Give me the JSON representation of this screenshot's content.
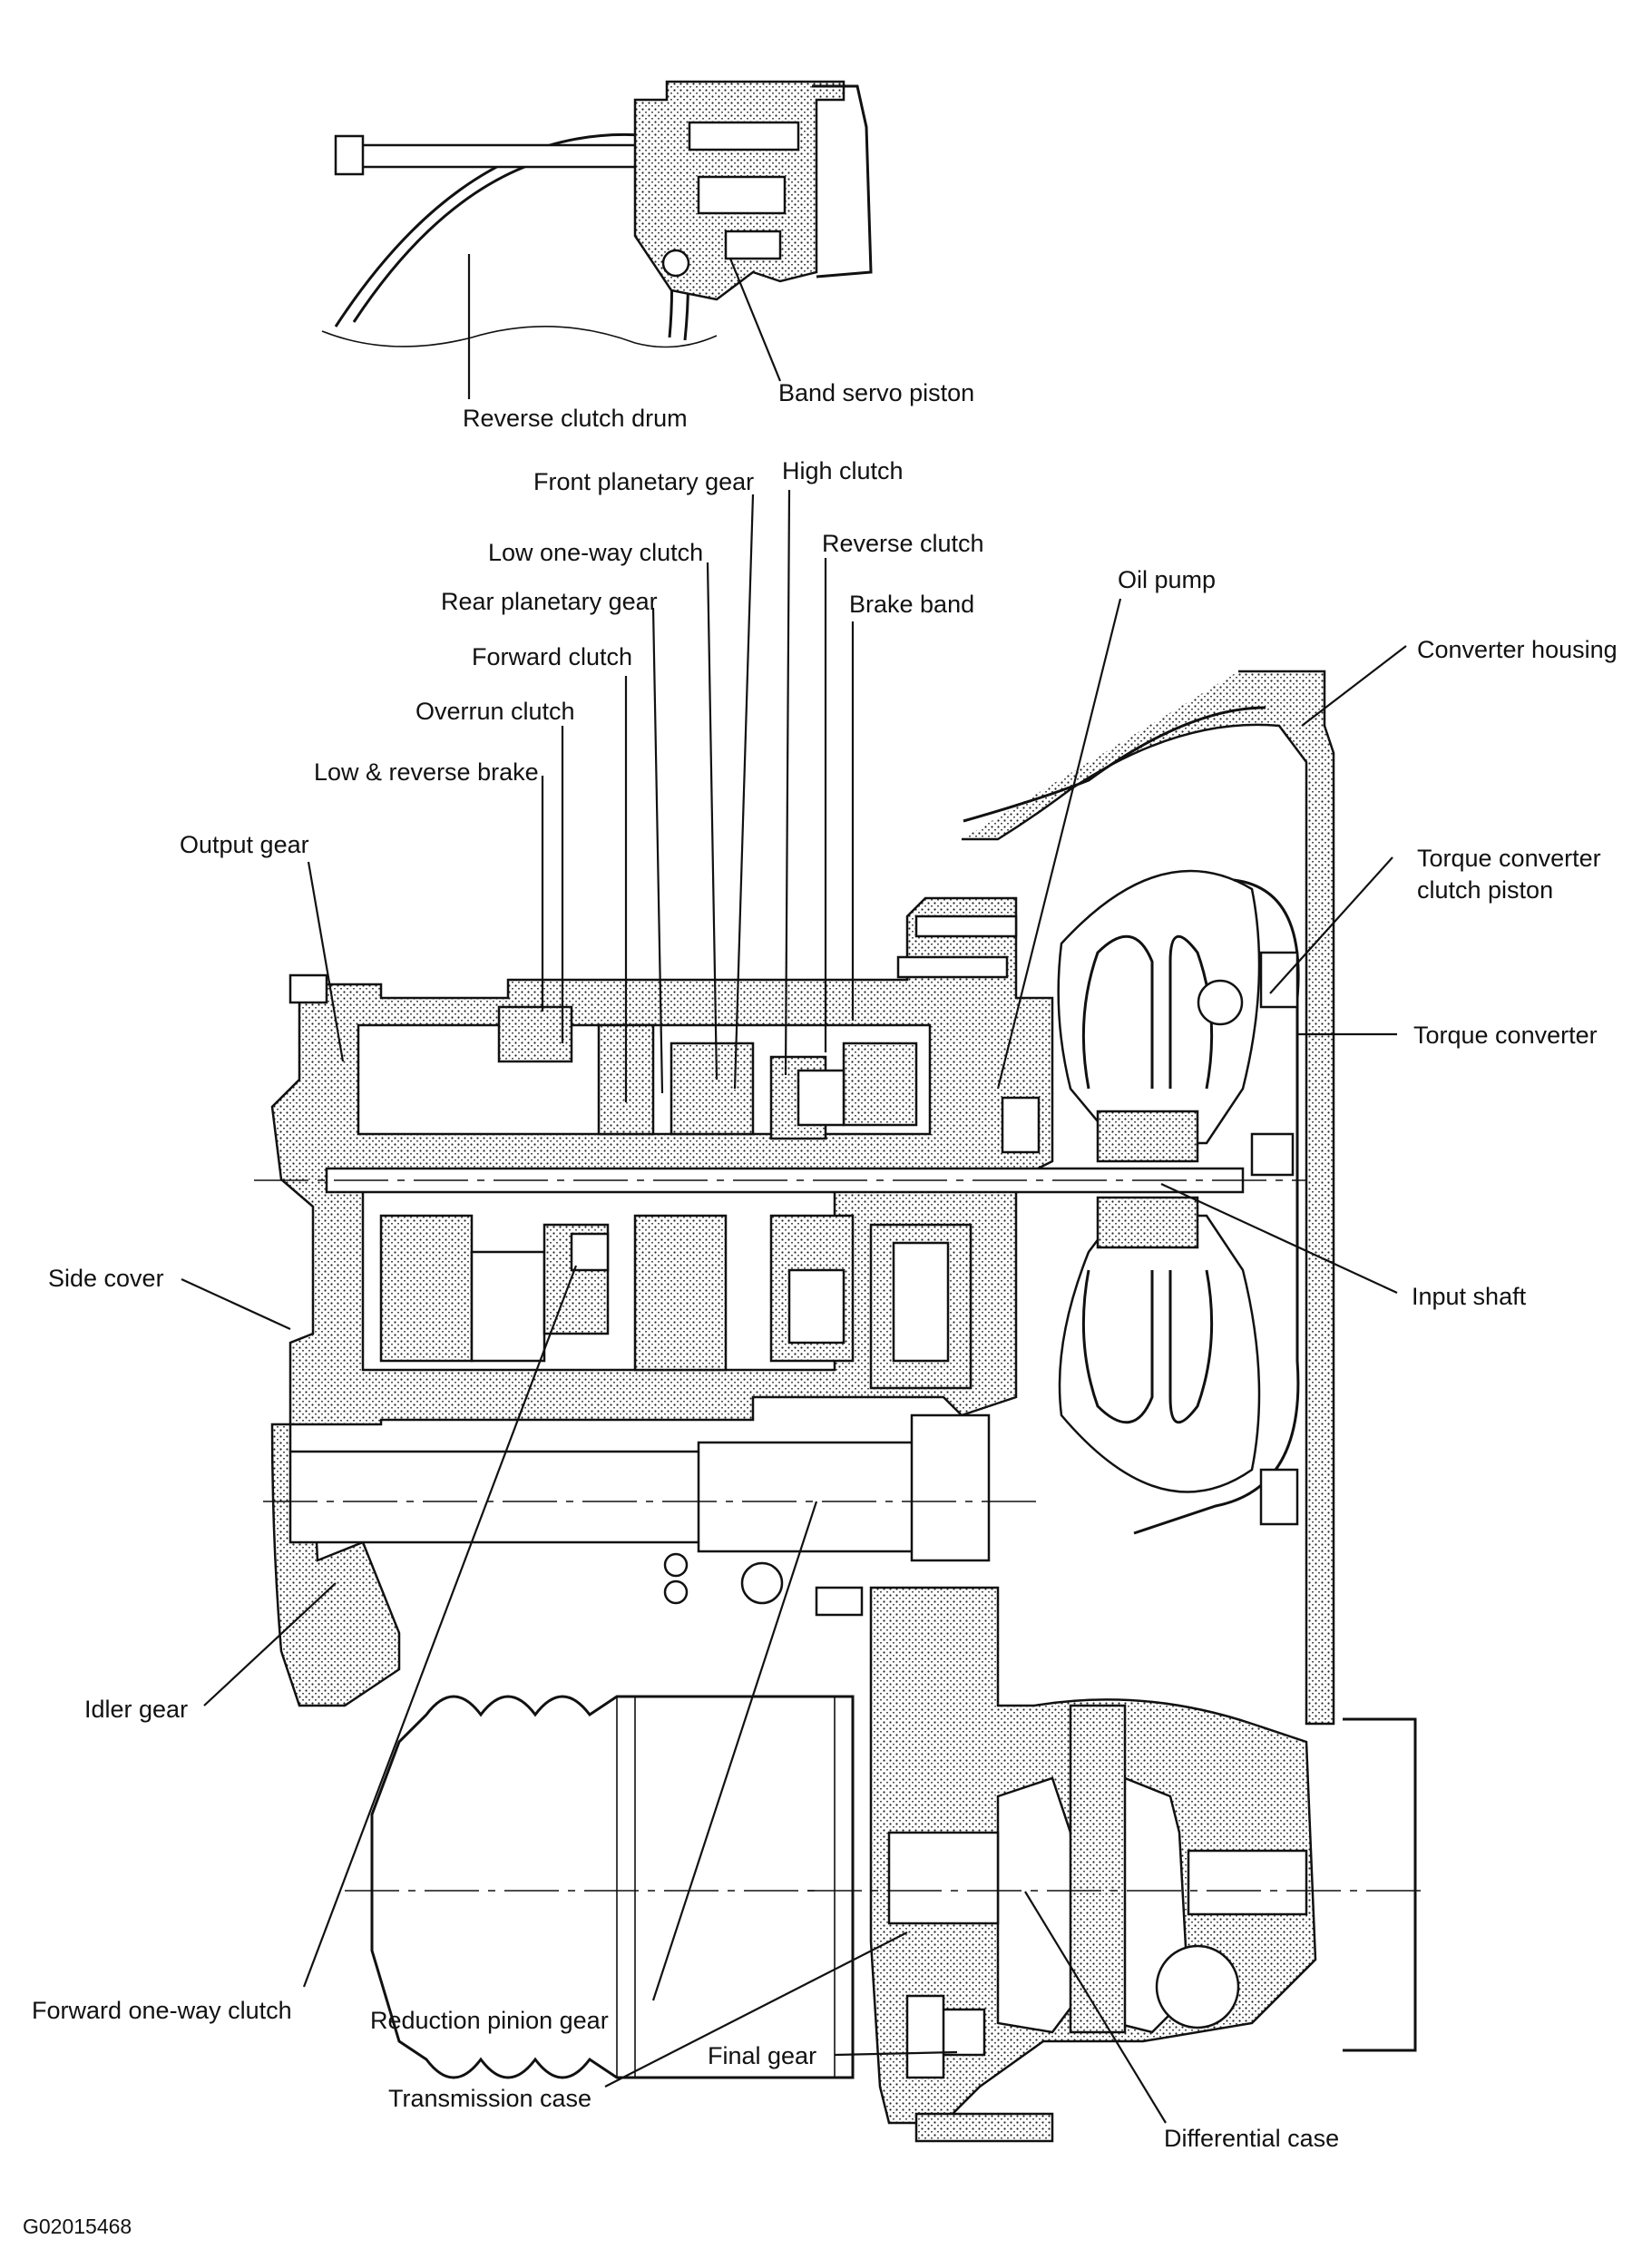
{
  "labels": {
    "reverse_clutch_drum": "Reverse clutch drum",
    "band_servo_piston": "Band servo piston",
    "front_planetary_gear": "Front planetary gear",
    "high_clutch": "High clutch",
    "low_one_way_clutch": "Low one-way clutch",
    "reverse_clutch": "Reverse clutch",
    "rear_planetary_gear": "Rear planetary gear",
    "brake_band": "Brake band",
    "oil_pump": "Oil pump",
    "forward_clutch": "Forward clutch",
    "converter_housing": "Converter housing",
    "overrun_clutch": "Overrun clutch",
    "low_reverse_brake": "Low & reverse brake",
    "output_gear": "Output gear",
    "torque_converter_clutch_piston_line1": "Torque converter",
    "torque_converter_clutch_piston_line2": "clutch piston",
    "torque_converter": "Torque converter",
    "side_cover": "Side cover",
    "input_shaft": "Input shaft",
    "idler_gear": "Idler gear",
    "forward_one_way_clutch": "Forward one-way clutch",
    "reduction_pinion_gear": "Reduction pinion gear",
    "final_gear": "Final gear",
    "transmission_case": "Transmission case",
    "differential_case": "Differential case"
  },
  "figure_code": "G02015468"
}
